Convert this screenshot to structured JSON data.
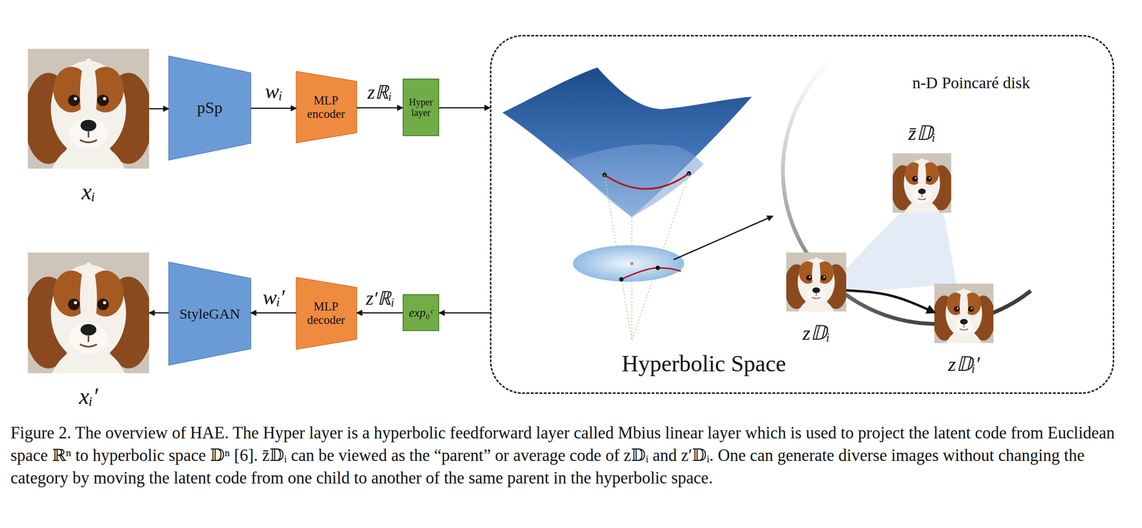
{
  "diagram": {
    "caption": "Figure 2. The overview of HAE. The Hyper layer is a hyperbolic feedforward layer called Mbius linear layer which is used to project the latent code from Euclidean space ℝⁿ to hyperbolic space 𝔻ⁿ [6]. z̄𝔻ᵢ can be viewed as the “parent” or average code of z𝔻ᵢ and z′𝔻ᵢ. One can generate diverse images without changing the category by moving the latent code from one child to another of the same parent in the hyperbolic space.",
    "nodes": [
      {
        "text": [
          "xᵢ"
        ]
      },
      {
        "text": [
          "pSp"
        ]
      },
      {
        "text": [
          "MLP encoder"
        ]
      },
      {
        "text": [
          "Hyper layer"
        ]
      },
      {
        "text": [
          "n-D Poincaré disk",
          "Hyperbolic Space"
        ]
      },
      {
        "text": [
          "z̄𝔻ᵢ"
        ],
        "in": 4
      },
      {
        "text": [
          "z𝔻ᵢ"
        ],
        "in": 4
      },
      {
        "text": [
          "z𝔻ᵢ′"
        ],
        "in": 4
      },
      {
        "text": [
          "xᵢ′"
        ]
      },
      {
        "text": [
          "StyleGAN"
        ]
      },
      {
        "text": [
          "MLP decoder"
        ]
      },
      {
        "text": [
          "exp₀ᶜ"
        ]
      }
    ],
    "edges": [
      {
        "from": 0,
        "to": 1,
        "arrow": "to"
      },
      {
        "from": 1,
        "to": 2,
        "arrow": "to",
        "label": "wᵢ"
      },
      {
        "from": 2,
        "to": 3,
        "arrow": "to",
        "label": "zℝᵢ"
      },
      {
        "from": 3,
        "to": 4,
        "arrow": "to"
      },
      {
        "from": 4,
        "to": 11,
        "arrow": "to"
      },
      {
        "from": 11,
        "to": 10,
        "arrow": "to",
        "label": "z′ℝᵢ"
      },
      {
        "from": 10,
        "to": 9,
        "arrow": "to",
        "label": "wᵢ′"
      },
      {
        "from": 9,
        "to": 8,
        "arrow": "to"
      },
      {
        "from": 6,
        "to": 7,
        "arrow": "to"
      }
    ]
  }
}
